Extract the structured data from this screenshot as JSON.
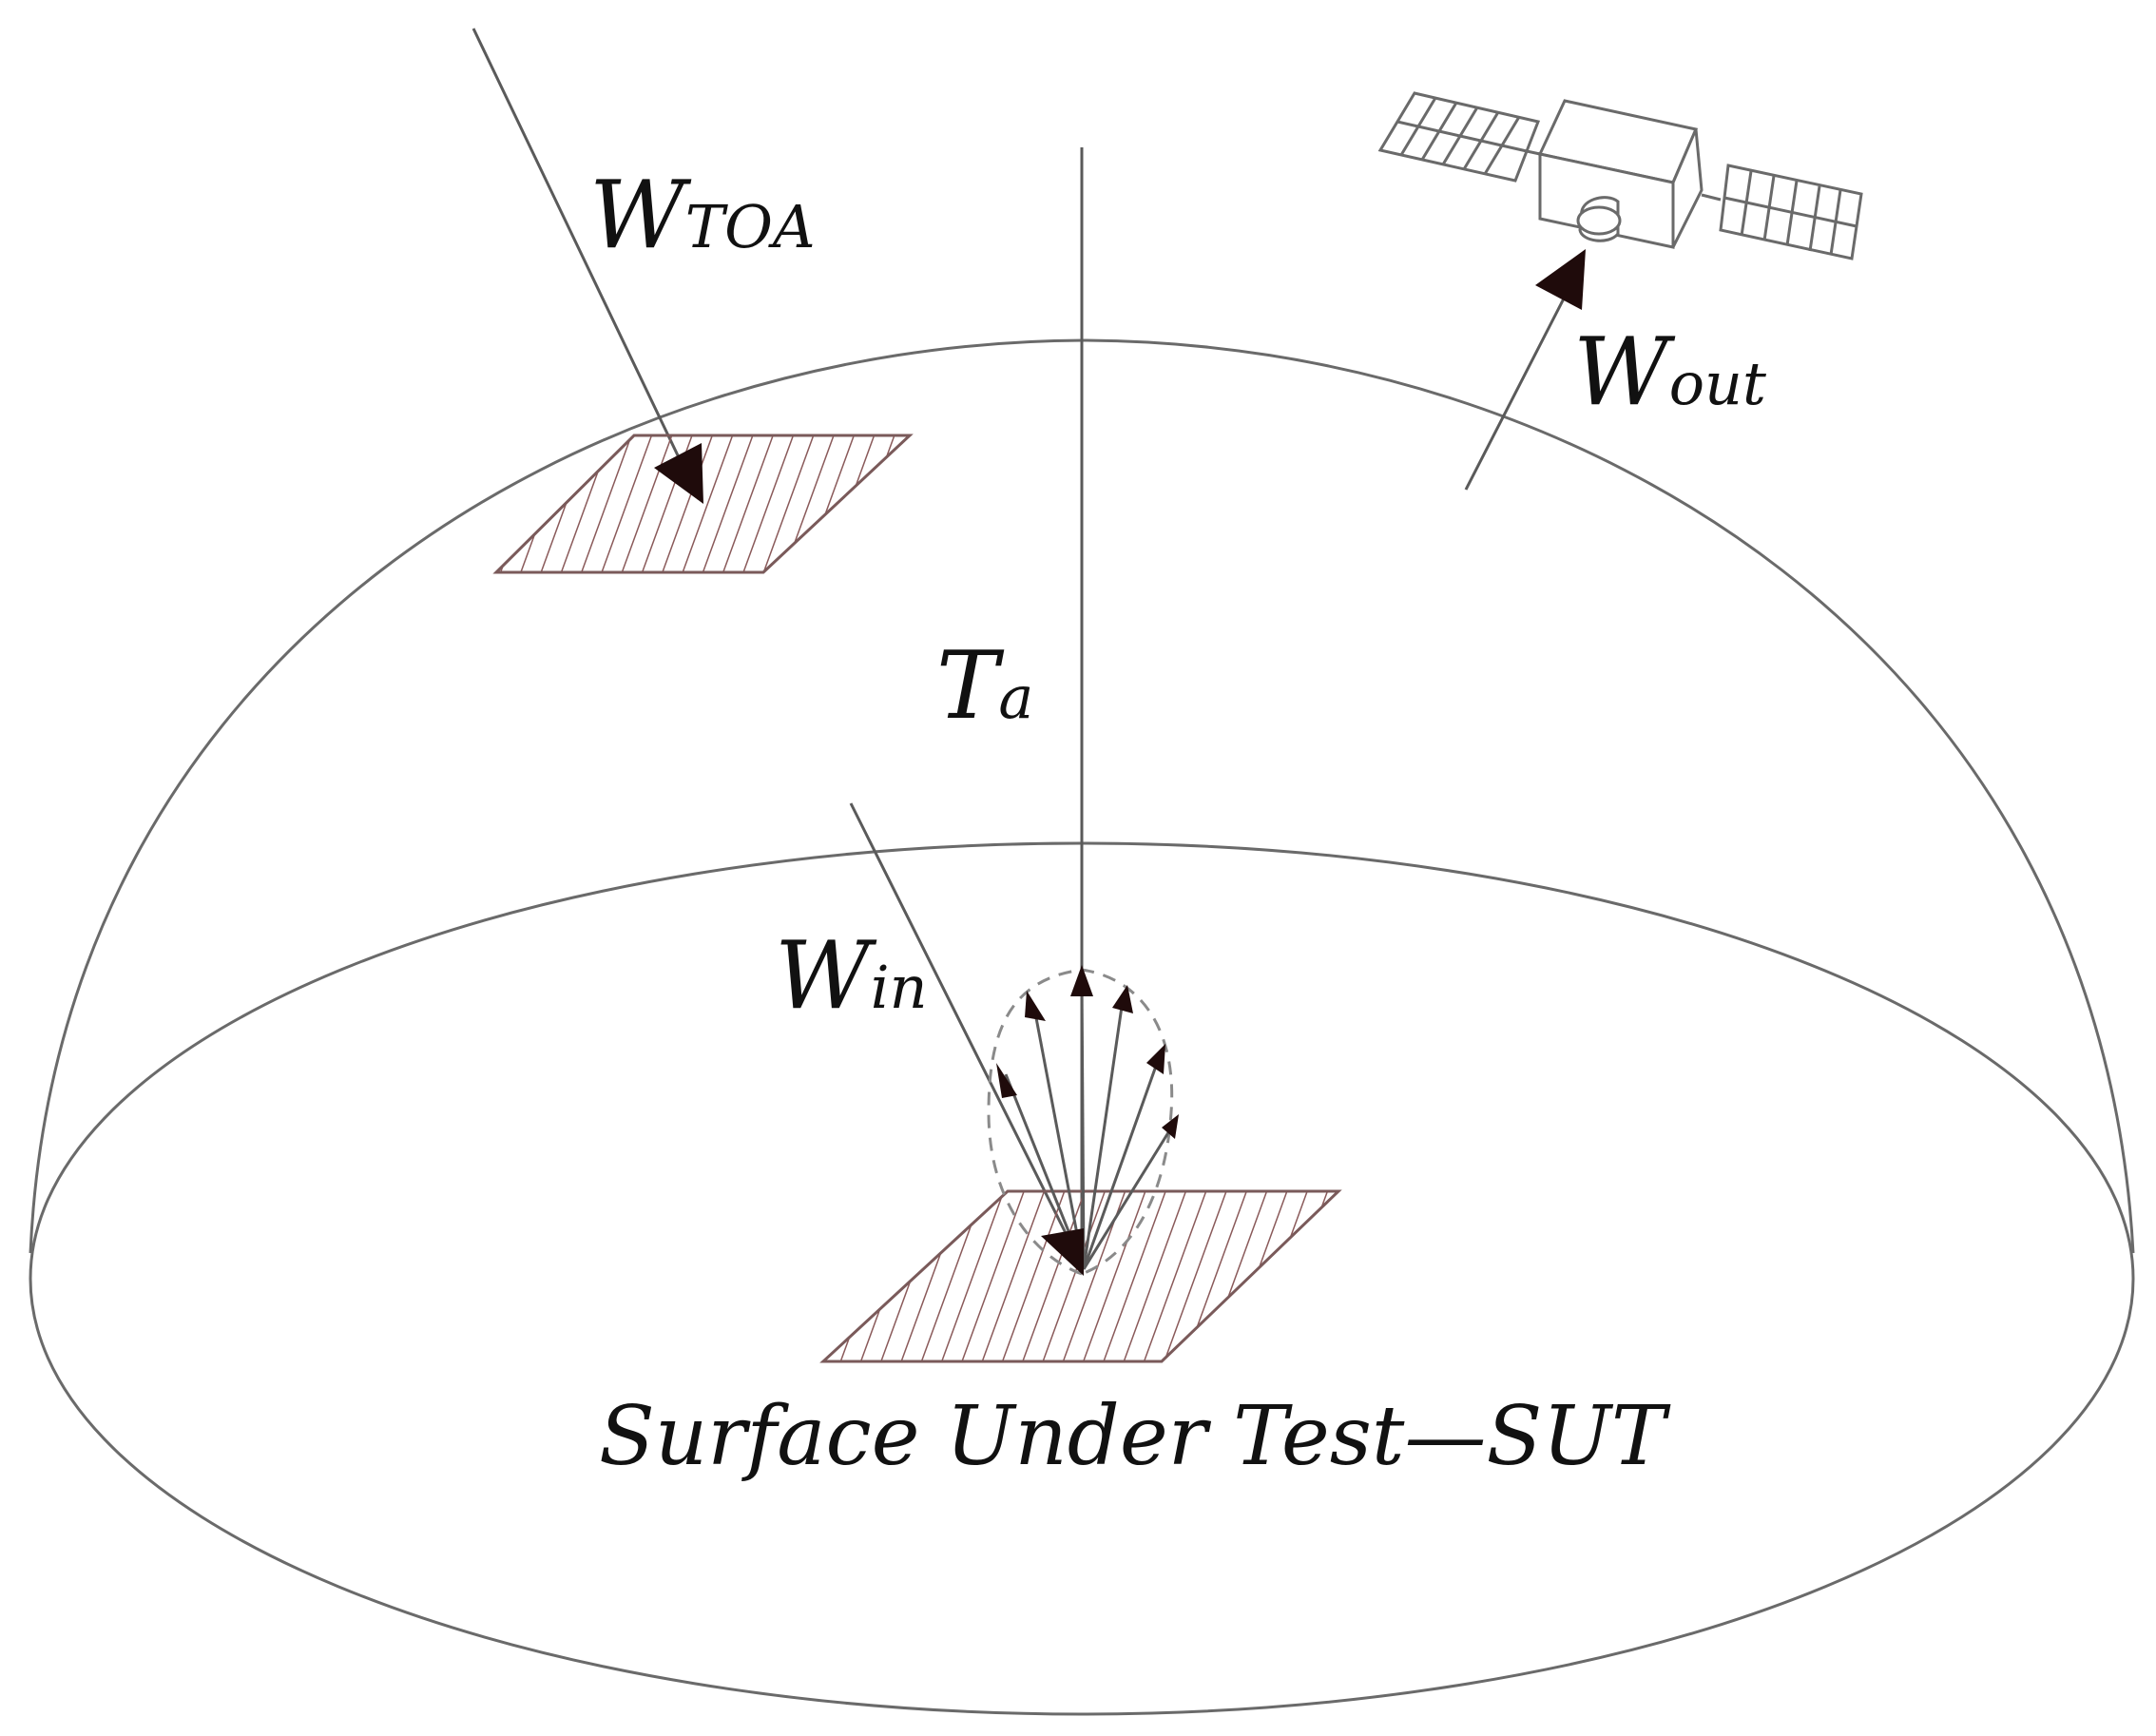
{
  "labels": {
    "w_toa": {
      "main": "W",
      "sub": "TOA"
    },
    "w_out": {
      "main": "W",
      "sub": "out"
    },
    "t_a": {
      "main": "T",
      "sub": "a"
    },
    "w_in": {
      "main": "W",
      "sub": "in"
    },
    "caption": "Surface Under Test—SUT"
  },
  "colors": {
    "line": "#5a5a5a",
    "arrowhead": "#1f0b0b",
    "hatch": "#8a5a5a",
    "outline": "#6a6a6a",
    "text": "#111111"
  },
  "icons": [
    "satellite-icon"
  ]
}
